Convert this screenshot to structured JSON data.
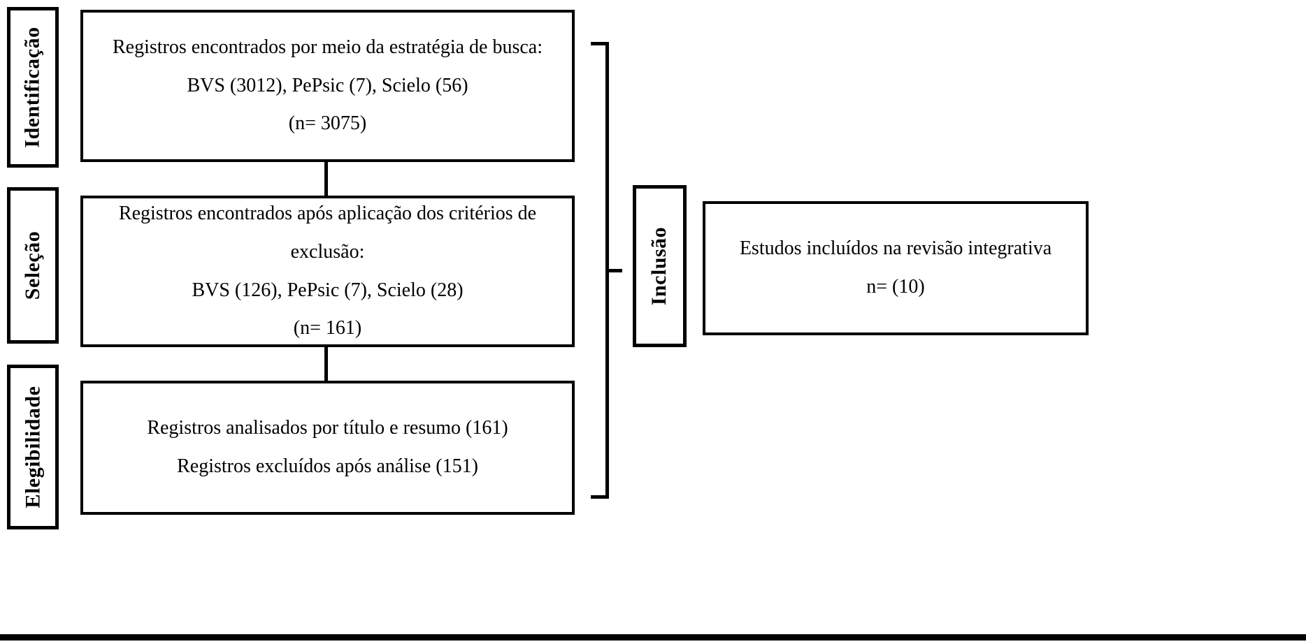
{
  "stages": {
    "identification": "Identificação",
    "selection": "Seleção",
    "eligibility": "Elegibilidade",
    "inclusion": "Inclusão"
  },
  "boxes": {
    "search": {
      "line1": "Registros encontrados por meio da estratégia de busca:",
      "line2": "BVS (3012), PePsic (7), Scielo (56)",
      "line3": "(n= 3075)"
    },
    "after_exclusion": {
      "line1": "Registros encontrados após aplicação dos critérios de",
      "line2": "exclusão:",
      "line3": "BVS (126), PePsic (7), Scielo (28)",
      "line4": "(n= 161)"
    },
    "analyzed": {
      "line1": "Registros analisados por título e resumo (161)",
      "line2": "Registros excluídos após análise (151)"
    },
    "included": {
      "line1": "Estudos incluídos na revisão integrativa",
      "line2": "n= (10)"
    }
  },
  "colors": {
    "border": "#000000",
    "background": "#ffffff",
    "text": "#000000"
  }
}
